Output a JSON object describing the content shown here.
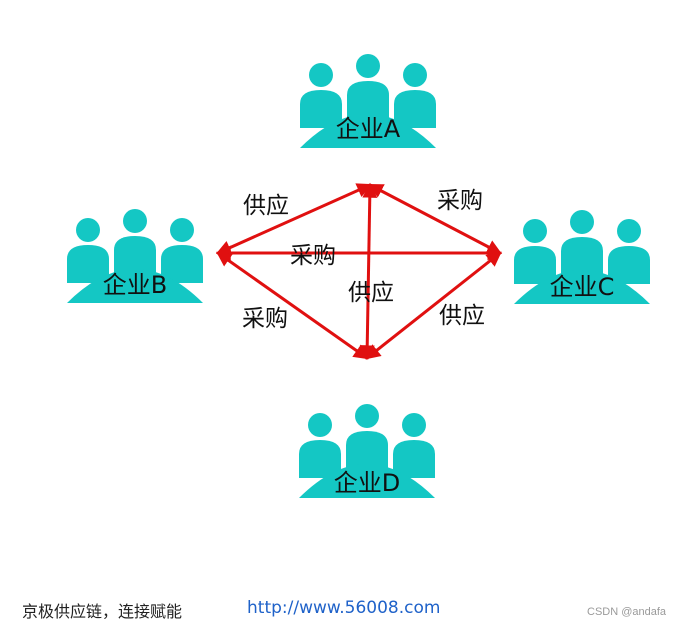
{
  "colors": {
    "group": "#14c7c4",
    "edge": "#e01010"
  },
  "nodes": [
    {
      "id": "A",
      "label": "企业A",
      "icon": "people-group-icon"
    },
    {
      "id": "B",
      "label": "企业B",
      "icon": "people-group-icon"
    },
    {
      "id": "C",
      "label": "企业C",
      "icon": "people-group-icon"
    },
    {
      "id": "D",
      "label": "企业D",
      "icon": "people-group-icon"
    }
  ],
  "edge_labels": {
    "ab": "供应",
    "ac": "采购",
    "bc": "采购",
    "ad": "供应",
    "bd": "采购",
    "cd": "供应"
  },
  "footer": {
    "left": "京极供应链，连接赋能",
    "url": "http://www.56008.com",
    "watermark": "CSDN @andafa"
  }
}
